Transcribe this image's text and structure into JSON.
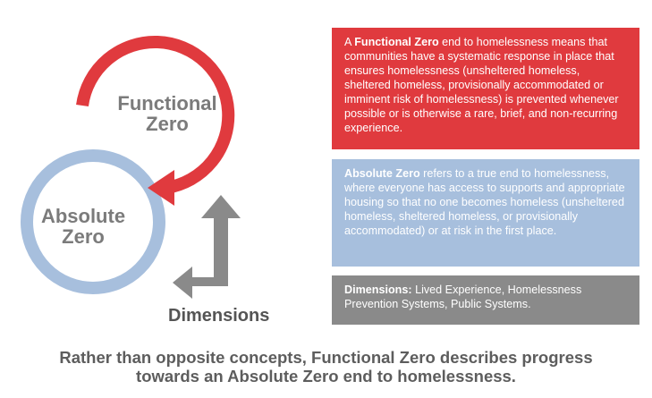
{
  "colors": {
    "red": "#e03a3e",
    "blue": "#a7bfdd",
    "gray": "#8a8a8a",
    "label_gray": "#7b7b7b",
    "footer_gray": "#5d5d5d"
  },
  "diagram": {
    "functional_zero_line1": "Functional",
    "functional_zero_line2": "Zero",
    "absolute_zero_line1": "Absolute",
    "absolute_zero_line2": "Zero",
    "dimensions_label": "Dimensions"
  },
  "boxes": {
    "functional": {
      "prefix": "A ",
      "term": "Functional Zero",
      "text": " end to homelessness means that communities have a systematic response in place that ensures homelessness (unsheltered homeless, sheltered homeless, provisionally accommodated or imminent risk of homelessness) is prevented whenever possible or is otherwise a rare, brief, and non-recurring experience.",
      "color": "#e03a3e"
    },
    "absolute": {
      "term": "Absolute Zero",
      "text": " refers to a true end to homelessness, where everyone has access to supports and appropriate housing so that no one becomes homeless (unsheltered homeless, sheltered homeless, or provisionally accommodated) or at risk in the first place.",
      "color": "#a7bfdd"
    },
    "dimensions": {
      "term": "Dimensions:",
      "text": " Lived Experience, Homelessness Prevention Systems, Public Systems.",
      "color": "#8a8a8a"
    }
  },
  "footer": {
    "line1": "Rather than opposite concepts, Functional Zero describes progress",
    "line2": "towards an Absolute Zero end to homelessness."
  }
}
